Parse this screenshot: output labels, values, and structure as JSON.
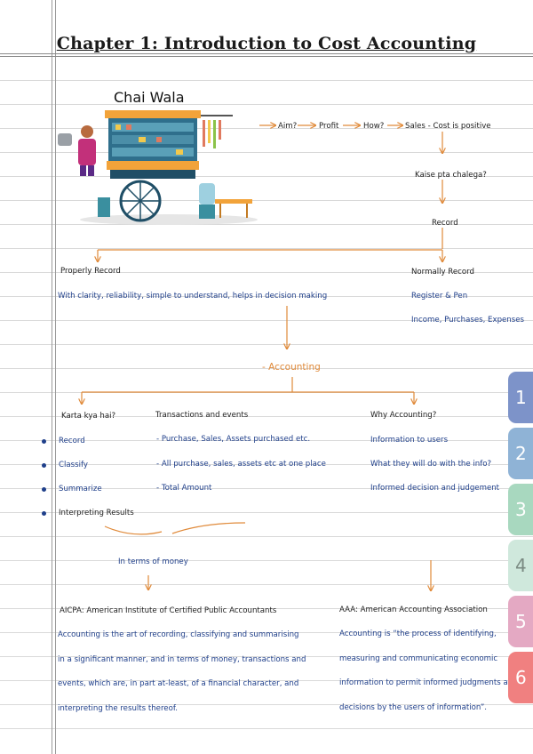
{
  "title": "Chapter 1:  Introduction to Cost Accounting",
  "chai": {
    "heading": "Chai Wala",
    "flow": [
      "Aim?",
      "Profit",
      "How?",
      "Sales - Cost is positive"
    ],
    "question": "Kaise pta chalega?",
    "record": "Record"
  },
  "records": {
    "properly": "Properly Record",
    "properly_desc": "With clarity, reliability, simple to understand, helps in decision making",
    "normally": "Normally Record",
    "normally_1": "Register & Pen",
    "normally_2": "Income, Purchases, Expenses"
  },
  "accounting": "- Accounting",
  "columns": {
    "karta_heading": "Karta kya hai?",
    "karta": [
      "Record",
      "Classify",
      "Summarize",
      "Interpreting Results"
    ],
    "trans_heading": "Transactions and events",
    "trans": [
      "- Purchase, Sales, Assets purchased etc.",
      "- All purchase, sales, assets etc at one place",
      "- Total Amount"
    ],
    "why_heading": "Why Accounting?",
    "why": [
      "Information to users",
      "What they will do with the info?",
      "Informed decision and judgement"
    ]
  },
  "money": "In terms of money",
  "aicpa": {
    "heading": "AICPA: American Institute of Certified Public Accountants",
    "lines": [
      "Accounting is the art of recording, classifying and summarising",
      "in a significant manner, and in terms of money, transactions and",
      "events, which are, in part at-least, of a financial character, and",
      "interpreting the results thereof."
    ]
  },
  "aaa": {
    "heading": "AAA: American Accounting Association",
    "lines": [
      "Accounting is “the process of identifying,",
      "measuring and communicating economic",
      "information to permit informed judgments and",
      "decisions by the users of information”."
    ]
  },
  "tabs": [
    {
      "label": "1",
      "color": "#7d93c9"
    },
    {
      "label": "2",
      "color": "#8fb3d6"
    },
    {
      "label": "3",
      "color": "#a8d8bf"
    },
    {
      "label": "4",
      "color": "#cfe8dc"
    },
    {
      "label": "5",
      "color": "#e4a9c3"
    },
    {
      "label": "6",
      "color": "#f08080"
    }
  ],
  "colors": {
    "ink_blue": "#1f3f8a",
    "arrow_orange": "#e08a3a"
  }
}
